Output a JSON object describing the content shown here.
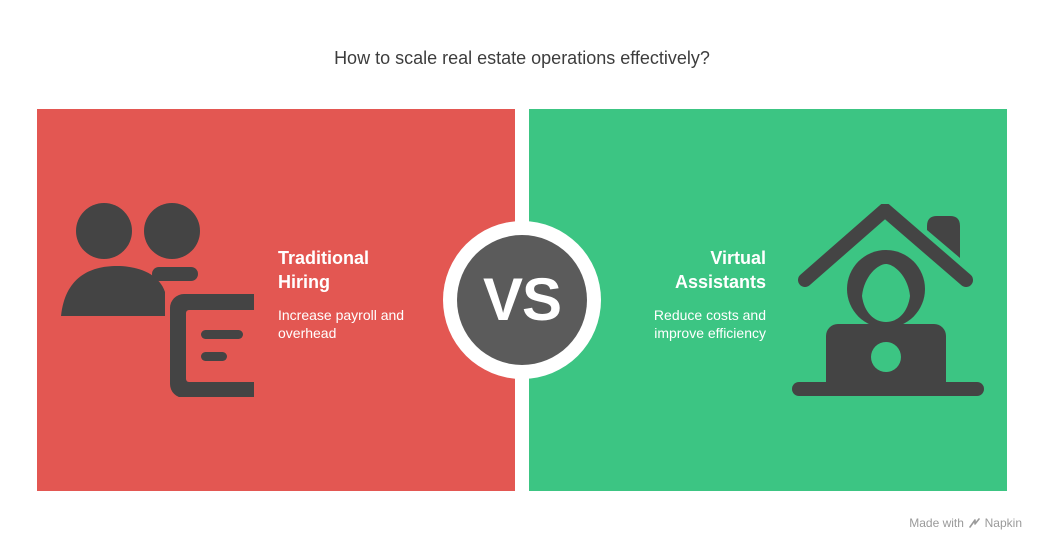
{
  "title": "How to scale real estate operations effectively?",
  "options": [
    {
      "heading": "Traditional\nHiring",
      "description": "Increase payroll and\noverhead",
      "icon": "people-with-document-icon",
      "color": "#e35752"
    },
    {
      "heading": "Virtual\nAssistants",
      "description": "Reduce costs and\nimprove efficiency",
      "icon": "home-worker-laptop-icon",
      "color": "#3cc583"
    }
  ],
  "vs_label": "VS",
  "footer": {
    "prefix": "Made with",
    "brand": "Napkin"
  },
  "colors": {
    "icon": "#444444",
    "badge": "#5b5b5b"
  }
}
